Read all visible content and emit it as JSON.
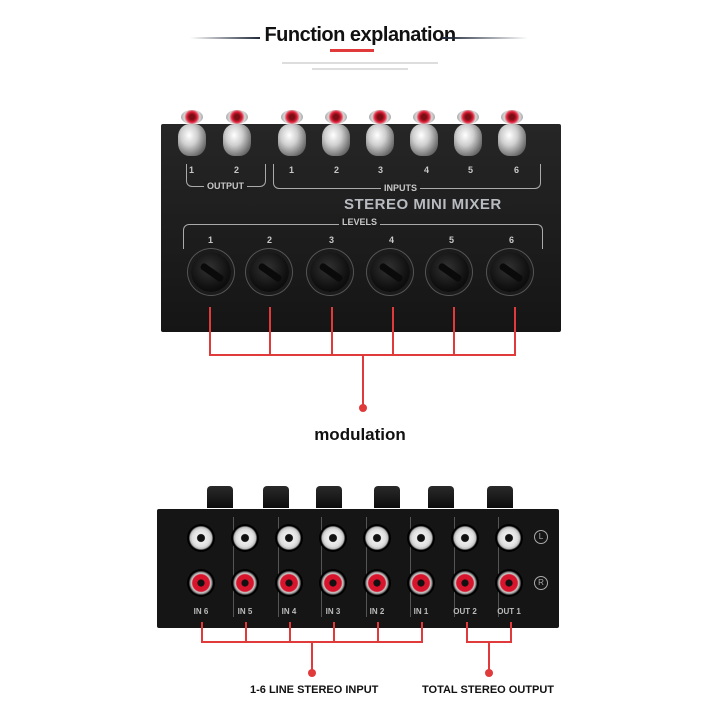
{
  "header": {
    "title": "Function explanation",
    "accent_color": "#e03a3a"
  },
  "top_device": {
    "output_label": "OUTPUT",
    "output_numbers": [
      "1",
      "2"
    ],
    "inputs_label": "INPUTS",
    "input_numbers": [
      "1",
      "2",
      "3",
      "4",
      "5",
      "6"
    ],
    "product_name": "STEREO MINI MIXER",
    "levels_label": "LEVELS",
    "level_numbers": [
      "1",
      "2",
      "3",
      "4",
      "5",
      "6"
    ]
  },
  "top_caption": "modulation",
  "bottom_device": {
    "channel_labels": [
      "IN 6",
      "IN 5",
      "IN 4",
      "IN 3",
      "IN 2",
      "IN 1",
      "OUT 2",
      "OUT 1"
    ],
    "left_marker": "L",
    "right_marker": "R"
  },
  "bottom_captions": {
    "inputs": "1-6 LINE STEREO INPUT",
    "outputs": "TOTAL STEREO OUTPUT"
  }
}
